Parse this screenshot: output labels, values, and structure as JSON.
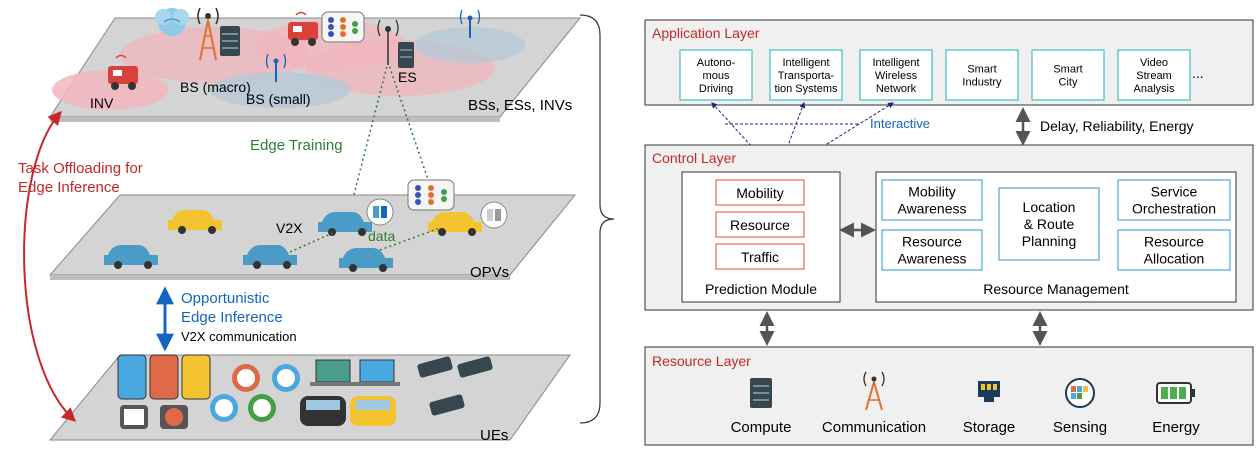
{
  "left": {
    "layers": {
      "top_label": "BSs, ESs, INVs",
      "middle_label": "OPVs",
      "bottom_label": "UEs"
    },
    "top_plane": {
      "bs_macro": "BS (macro)",
      "bs_small": "BS (small)",
      "es": "ES",
      "inv": "INV"
    },
    "middle_plane": {
      "v2x": "V2X",
      "data": "data"
    },
    "edge_training": "Edge Training",
    "task_offloading": [
      "Task Offloading for",
      "Edge Inference"
    ],
    "opportunistic": [
      "Opportunistic",
      "Edge Inference"
    ],
    "v2x_comm": "V2X communication"
  },
  "right": {
    "application_layer": {
      "title": "Application Layer",
      "apps": [
        [
          "Autono-",
          "mous",
          "Driving"
        ],
        [
          "Intelligent",
          "Transporta-",
          "tion Systems"
        ],
        [
          "Intelligent",
          "Wireless",
          "Network"
        ],
        [
          "Smart",
          "Industry"
        ],
        [
          "Smart",
          "City"
        ],
        [
          "Video",
          "Stream",
          "Analysis"
        ]
      ],
      "ellipsis": "...",
      "interactive": "Interactive"
    },
    "delay_label": "Delay, Reliability, Energy",
    "control_layer": {
      "title": "Control Layer",
      "prediction": {
        "items": [
          "Mobility",
          "Resource",
          "Traffic"
        ],
        "label": "Prediction Module"
      },
      "management": {
        "items": [
          [
            "Mobility",
            "Awareness"
          ],
          [
            "Location",
            "& Route",
            "Planning"
          ],
          [
            "Service",
            "Orchestration"
          ],
          [
            "Resource",
            "Awareness"
          ],
          [
            "Resource",
            "Allocation"
          ]
        ],
        "label": "Resource Management"
      }
    },
    "resource_layer": {
      "title": "Resource Layer",
      "items": [
        "Compute",
        "Communication",
        "Storage",
        "Sensing",
        "Energy"
      ]
    }
  },
  "colors": {
    "red_title": "#c62828",
    "green_text": "#2e7d32",
    "blue_text": "#1565c0",
    "teal_box": "#3fbfbf",
    "orange_box": "#e06a4a",
    "cyan_box": "#4aa8e0",
    "panel_fill": "#f0f0f0"
  }
}
